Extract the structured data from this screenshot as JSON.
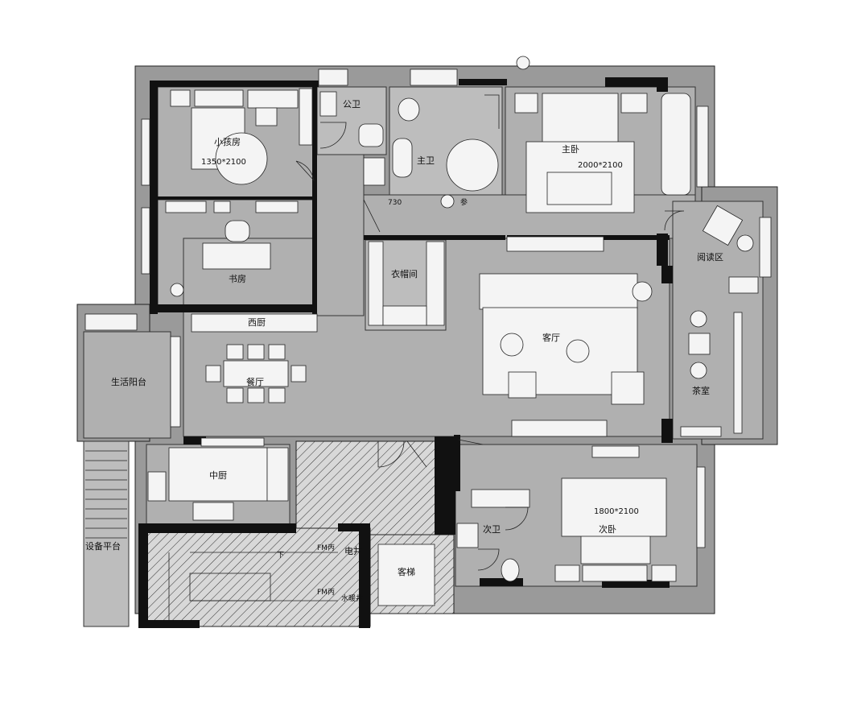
{
  "rooms": {
    "kids_room": "小孩房",
    "kids_bed_size": "1350*2100",
    "public_bath": "公卫",
    "master_bath": "主卫",
    "master_bedroom": "主卧",
    "master_bed_size": "2000*2100",
    "study": "书房",
    "cloakroom": "衣帽间",
    "reading_area": "阅读区",
    "western_kitchen": "西厨",
    "dining": "餐厅",
    "living": "客厅",
    "service_balcony": "生活阳台",
    "tea_room": "茶室",
    "chinese_kitchen": "中厨",
    "equipment_platform": "设备平台",
    "second_bath": "次卫",
    "second_bedroom": "次卧",
    "second_bed_size": "1800*2100",
    "elevator_hall": "客梯",
    "elevator_shaft": "电井",
    "hydrant": "水暖井"
  },
  "annotations": {
    "down": "下",
    "fm_a": "FM丙",
    "fm_b": "FM丙",
    "marker_label": "参",
    "dim_bath": "730"
  },
  "colors": {
    "room_fill": "#b0b0b0",
    "wall": "#111111",
    "furniture": "#f4f4f4"
  }
}
